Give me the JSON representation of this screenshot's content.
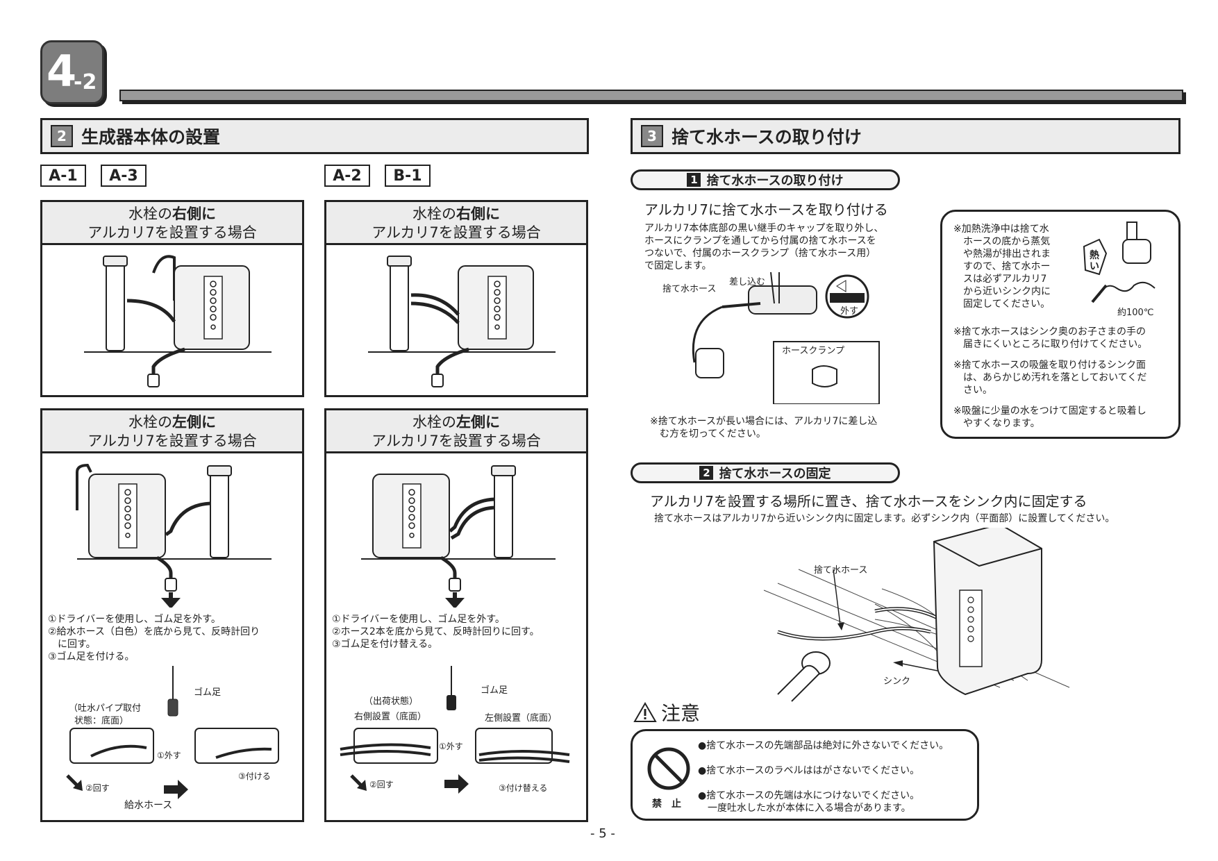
{
  "chapter": {
    "major": "4",
    "minor": "-2"
  },
  "left_section": {
    "num": "2",
    "title": "生成器本体の設置"
  },
  "tags": [
    "A-1",
    "A-3",
    "A-2",
    "B-1"
  ],
  "panels": [
    {
      "line1_a": "水栓の",
      "line1_b": "右側に",
      "line2": "アルカリ7を設置する場合"
    },
    {
      "line1_a": "水栓の",
      "line1_b": "右側に",
      "line2": "アルカリ7を設置する場合"
    },
    {
      "line1_a": "水栓の",
      "line1_b": "左側に",
      "line2": "アルカリ7を設置する場合"
    },
    {
      "line1_a": "水栓の",
      "line1_b": "左側に",
      "line2": "アルカリ7を設置する場合"
    }
  ],
  "left_steps": [
    "①ドライバーを使用し、ゴム足を外す。",
    "②給水ホース（白色）を底から見て、反時計回り",
    "　に回す。",
    "③ゴム足を付ける。"
  ],
  "left_labels": {
    "gomu": "ゴム足",
    "state1": "（吐水パイプ取付",
    "state2": "状態：底面）",
    "remove": "①外す",
    "turn": "②回す",
    "attach": "③付ける",
    "hose": "給水ホース"
  },
  "right_steps": [
    "①ドライバーを使用し、ゴム足を外す。",
    "②ホース2本を底から見て、反時計回りに回す。",
    "③ゴム足を付け替える。"
  ],
  "right_labels": {
    "gomu": "ゴム足",
    "ship": "（出荷状態）",
    "r_install": "右側設置（底面）",
    "l_install": "左側設置（底面）",
    "remove": "①外す",
    "turn": "②回す",
    "replace": "③付け替える"
  },
  "right_section": {
    "num": "3",
    "title": "捨て水ホースの取り付け"
  },
  "step1": {
    "num": "1",
    "title": "捨て水ホースの取り付け",
    "heading": "アルカリ7に捨て水ホースを取り付ける",
    "body": [
      "アルカリ7本体底部の黒い継手のキャップを取り外し、",
      "ホースにクランプを通してから付属の捨て水ホースを",
      "つないで、付属のホースクランプ（捨て水ホース用）",
      "で固定します。"
    ],
    "labels": {
      "hose": "捨て水ホース",
      "insert": "差し込む",
      "remove": "外す",
      "clamp": "ホースクランプ"
    },
    "note": [
      "※捨て水ホースが長い場合には、アルカリ7に差し込",
      "　む方を切ってください。"
    ]
  },
  "notes_box": {
    "lines": [
      "※加熱洗浄中は捨て水",
      "　ホースの底から蒸気",
      "　や熱湯が排出されま",
      "　すので、捨て水ホー",
      "　スは必ずアルカリ7",
      "　から近いシンク内に",
      "　固定してください。"
    ],
    "hot": "熱い",
    "temp": "約100℃",
    "n2": [
      "※捨て水ホースはシンク奥のお子さまの手の",
      "　届きにくいところに取り付けてください。"
    ],
    "n3": [
      "※捨て水ホースの吸盤を取り付けるシンク面",
      "　は、あらかじめ汚れを落としておいてくだ",
      "　さい。"
    ],
    "n4": [
      "※吸盤に少量の水をつけて固定すると吸着し",
      "　やすくなります。"
    ]
  },
  "step2": {
    "num": "2",
    "title": "捨て水ホースの固定",
    "heading": "アルカリ7を設置する場所に置き、捨て水ホースをシンク内に固定する",
    "sub": "捨て水ホースはアルカリ7から近いシンク内に固定します。必ずシンク内（平面部）に設置してください。",
    "labels": {
      "hose": "捨て水ホース",
      "sink": "シンク"
    }
  },
  "caution": {
    "title": "注意",
    "prohibit": "禁　止",
    "items": [
      "●捨て水ホースの先端部品は絶対に外さないでください。",
      "●捨て水ホースのラベルははがさないでください。",
      "●捨て水ホースの先端は水につけないでください。",
      "　一度吐水した水が本体に入る場合があります。"
    ]
  },
  "page": "- 5 -"
}
